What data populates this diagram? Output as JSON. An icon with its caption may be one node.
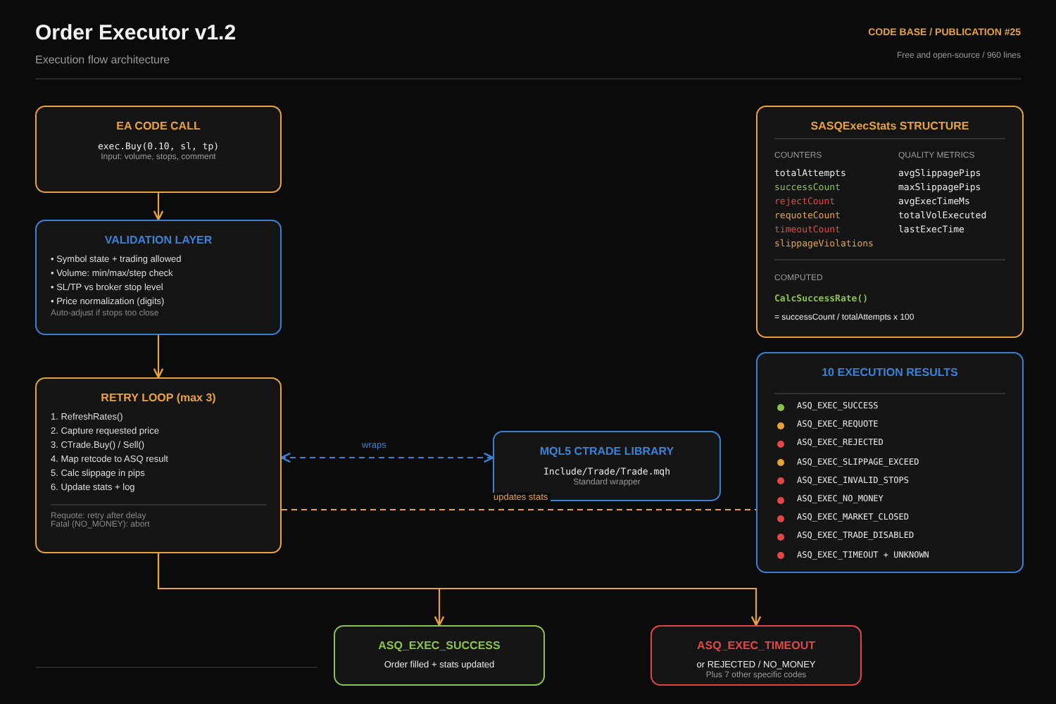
{
  "diagram": {
    "title": "Order Executor v1.2",
    "nodes": [
      {
        "text": [
          "EA CODE CALL",
          "exec.Buy(0.10, sl, tp)",
          "Input: volume, stops, comment"
        ]
      },
      {
        "text": [
          "VALIDATION LAYER",
          "• Symbol state + trading allowed",
          "• Volume: min/max/step check",
          "• SL/TP vs broker stop level",
          "• Price normalization (digits)",
          "Auto-adjust if stops too close"
        ]
      },
      {
        "text": [
          "RETRY LOOP (max 3)",
          "1. RefreshRates()",
          "2. Capture requested price",
          "3. CTrade.Buy() / Sell()",
          "4. Map retcode to ASQ result",
          "5. Calc slippage in pips",
          "6. Update stats + log",
          "Requote: retry after delay",
          "Fatal (NO_MONEY): abort"
        ]
      },
      {
        "text": [
          "MQL5 CTRADE LIBRARY",
          "Include/Trade/Trade.mqh",
          "Standard wrapper"
        ]
      },
      {
        "text": [
          "SASQExecStats STRUCTURE",
          "COUNTERS",
          "QUALITY METRICS",
          "totalAttempts",
          "successCount",
          "rejectCount",
          "requoteCount",
          "timeoutCount",
          "slippageViolations",
          "avgSlippagePips",
          "maxSlippagePips",
          "avgExecTimeMs",
          "totalVolExecuted",
          "lastExecTime",
          "COMPUTED",
          "CalcSuccessRate()",
          "= successCount / totalAttempts x 100"
        ]
      },
      {
        "text": [
          "10 EXECUTION RESULTS",
          "ASQ_EXEC_SUCCESS",
          "ASQ_EXEC_REQUOTE",
          "ASQ_EXEC_REJECTED",
          "ASQ_EXEC_SLIPPAGE_EXCEED",
          "ASQ_EXEC_INVALID_STOPS",
          "ASQ_EXEC_NO_MONEY",
          "ASQ_EXEC_MARKET_CLOSED",
          "ASQ_EXEC_TRADE_DISABLED",
          "ASQ_EXEC_TIMEOUT + UNKNOWN"
        ]
      },
      {
        "text": [
          "ASQ_EXEC_SUCCESS",
          "Order filled + stats updated"
        ]
      },
      {
        "text": [
          "ASQ_EXEC_TIMEOUT",
          "or REJECTED / NO_MONEY",
          "Plus 7 other specific codes"
        ]
      }
    ],
    "edges": [
      {
        "from": 0,
        "to": 1,
        "arrow": "to"
      },
      {
        "from": 1,
        "to": 2,
        "arrow": "to"
      },
      {
        "from": 3,
        "to": 2,
        "arrow": "both",
        "label": "wraps",
        "style": "dashed",
        "color": "#3b82d6"
      },
      {
        "from": 2,
        "to": 5,
        "arrow": "none",
        "label": "updates stats",
        "style": "dashed"
      },
      {
        "from": 2,
        "to": 6,
        "arrow": "to"
      },
      {
        "from": 2,
        "to": 7,
        "arrow": "to"
      }
    ],
    "labels": [
      "Execution flow architecture",
      "CODE BASE / PUBLICATION #25",
      "Free and open-source / 960 lines"
    ]
  }
}
